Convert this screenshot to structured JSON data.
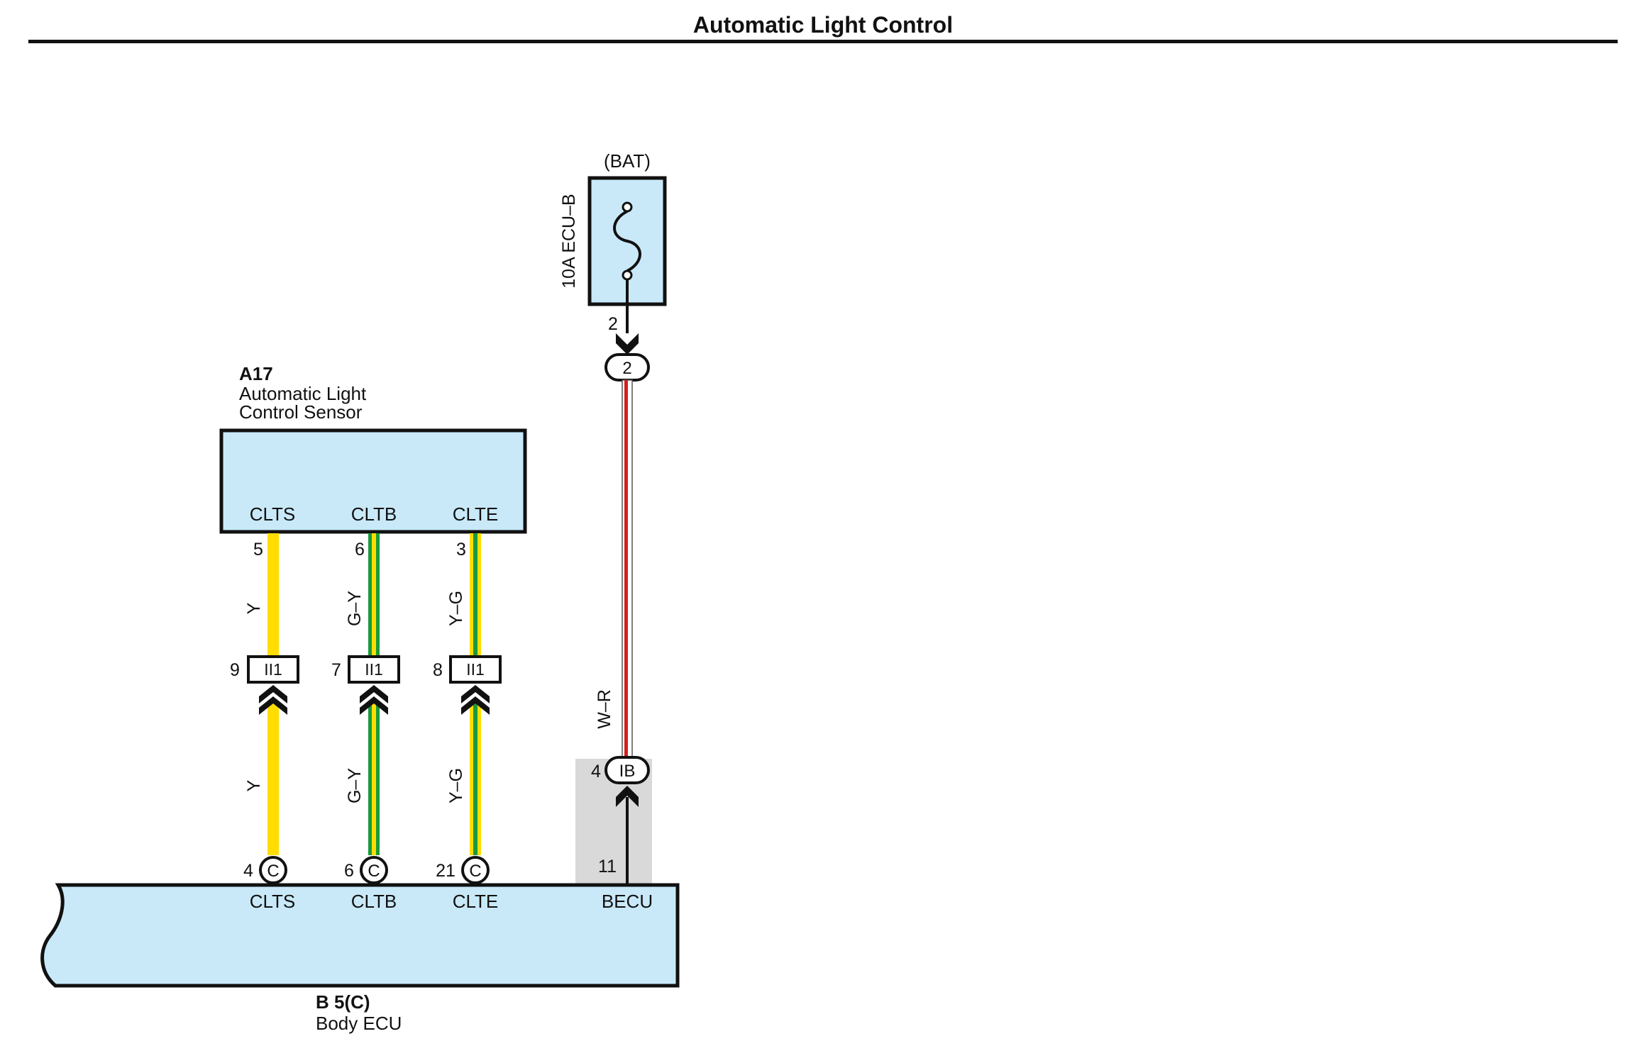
{
  "title": "Automatic Light Control",
  "fuse": {
    "source": "(BAT)",
    "label": "10A ECU–B",
    "out_pin": "2"
  },
  "sensor": {
    "code": "A17",
    "name_line1": "Automatic Light",
    "name_line2": "Control Sensor",
    "terminals": [
      "CLTS",
      "CLTB",
      "CLTE"
    ]
  },
  "ecu": {
    "code": "B 5(C)",
    "name": "Body ECU",
    "terminals": [
      "CLTS",
      "CLTB",
      "CLTE",
      "BECU"
    ]
  },
  "wires": [
    {
      "sensor_pin": "5",
      "color_code": "Y",
      "color_code_lower": "Y",
      "junction_pin": "9",
      "junction": "II1",
      "ecu_pin": "4",
      "ecu_conn": "C"
    },
    {
      "sensor_pin": "6",
      "color_code": "G–Y",
      "color_code_lower": "G–Y",
      "junction_pin": "7",
      "junction": "II1",
      "ecu_pin": "6",
      "ecu_conn": "C"
    },
    {
      "sensor_pin": "3",
      "color_code": "Y–G",
      "color_code_lower": "Y–G",
      "junction_pin": "8",
      "junction": "II1",
      "ecu_pin": "21",
      "ecu_conn": "C"
    }
  ],
  "power_wire": {
    "top_conn": "2",
    "color_code": "W–R",
    "bottom_conn_pin": "4",
    "bottom_conn": "IB",
    "ecu_pin": "11"
  },
  "colors": {
    "box_fill": "#c9e9f9",
    "yellow": "#ffdd00",
    "green": "#1a9a3c",
    "red": "#d42020",
    "gray_pad": "#d9d9d9"
  }
}
